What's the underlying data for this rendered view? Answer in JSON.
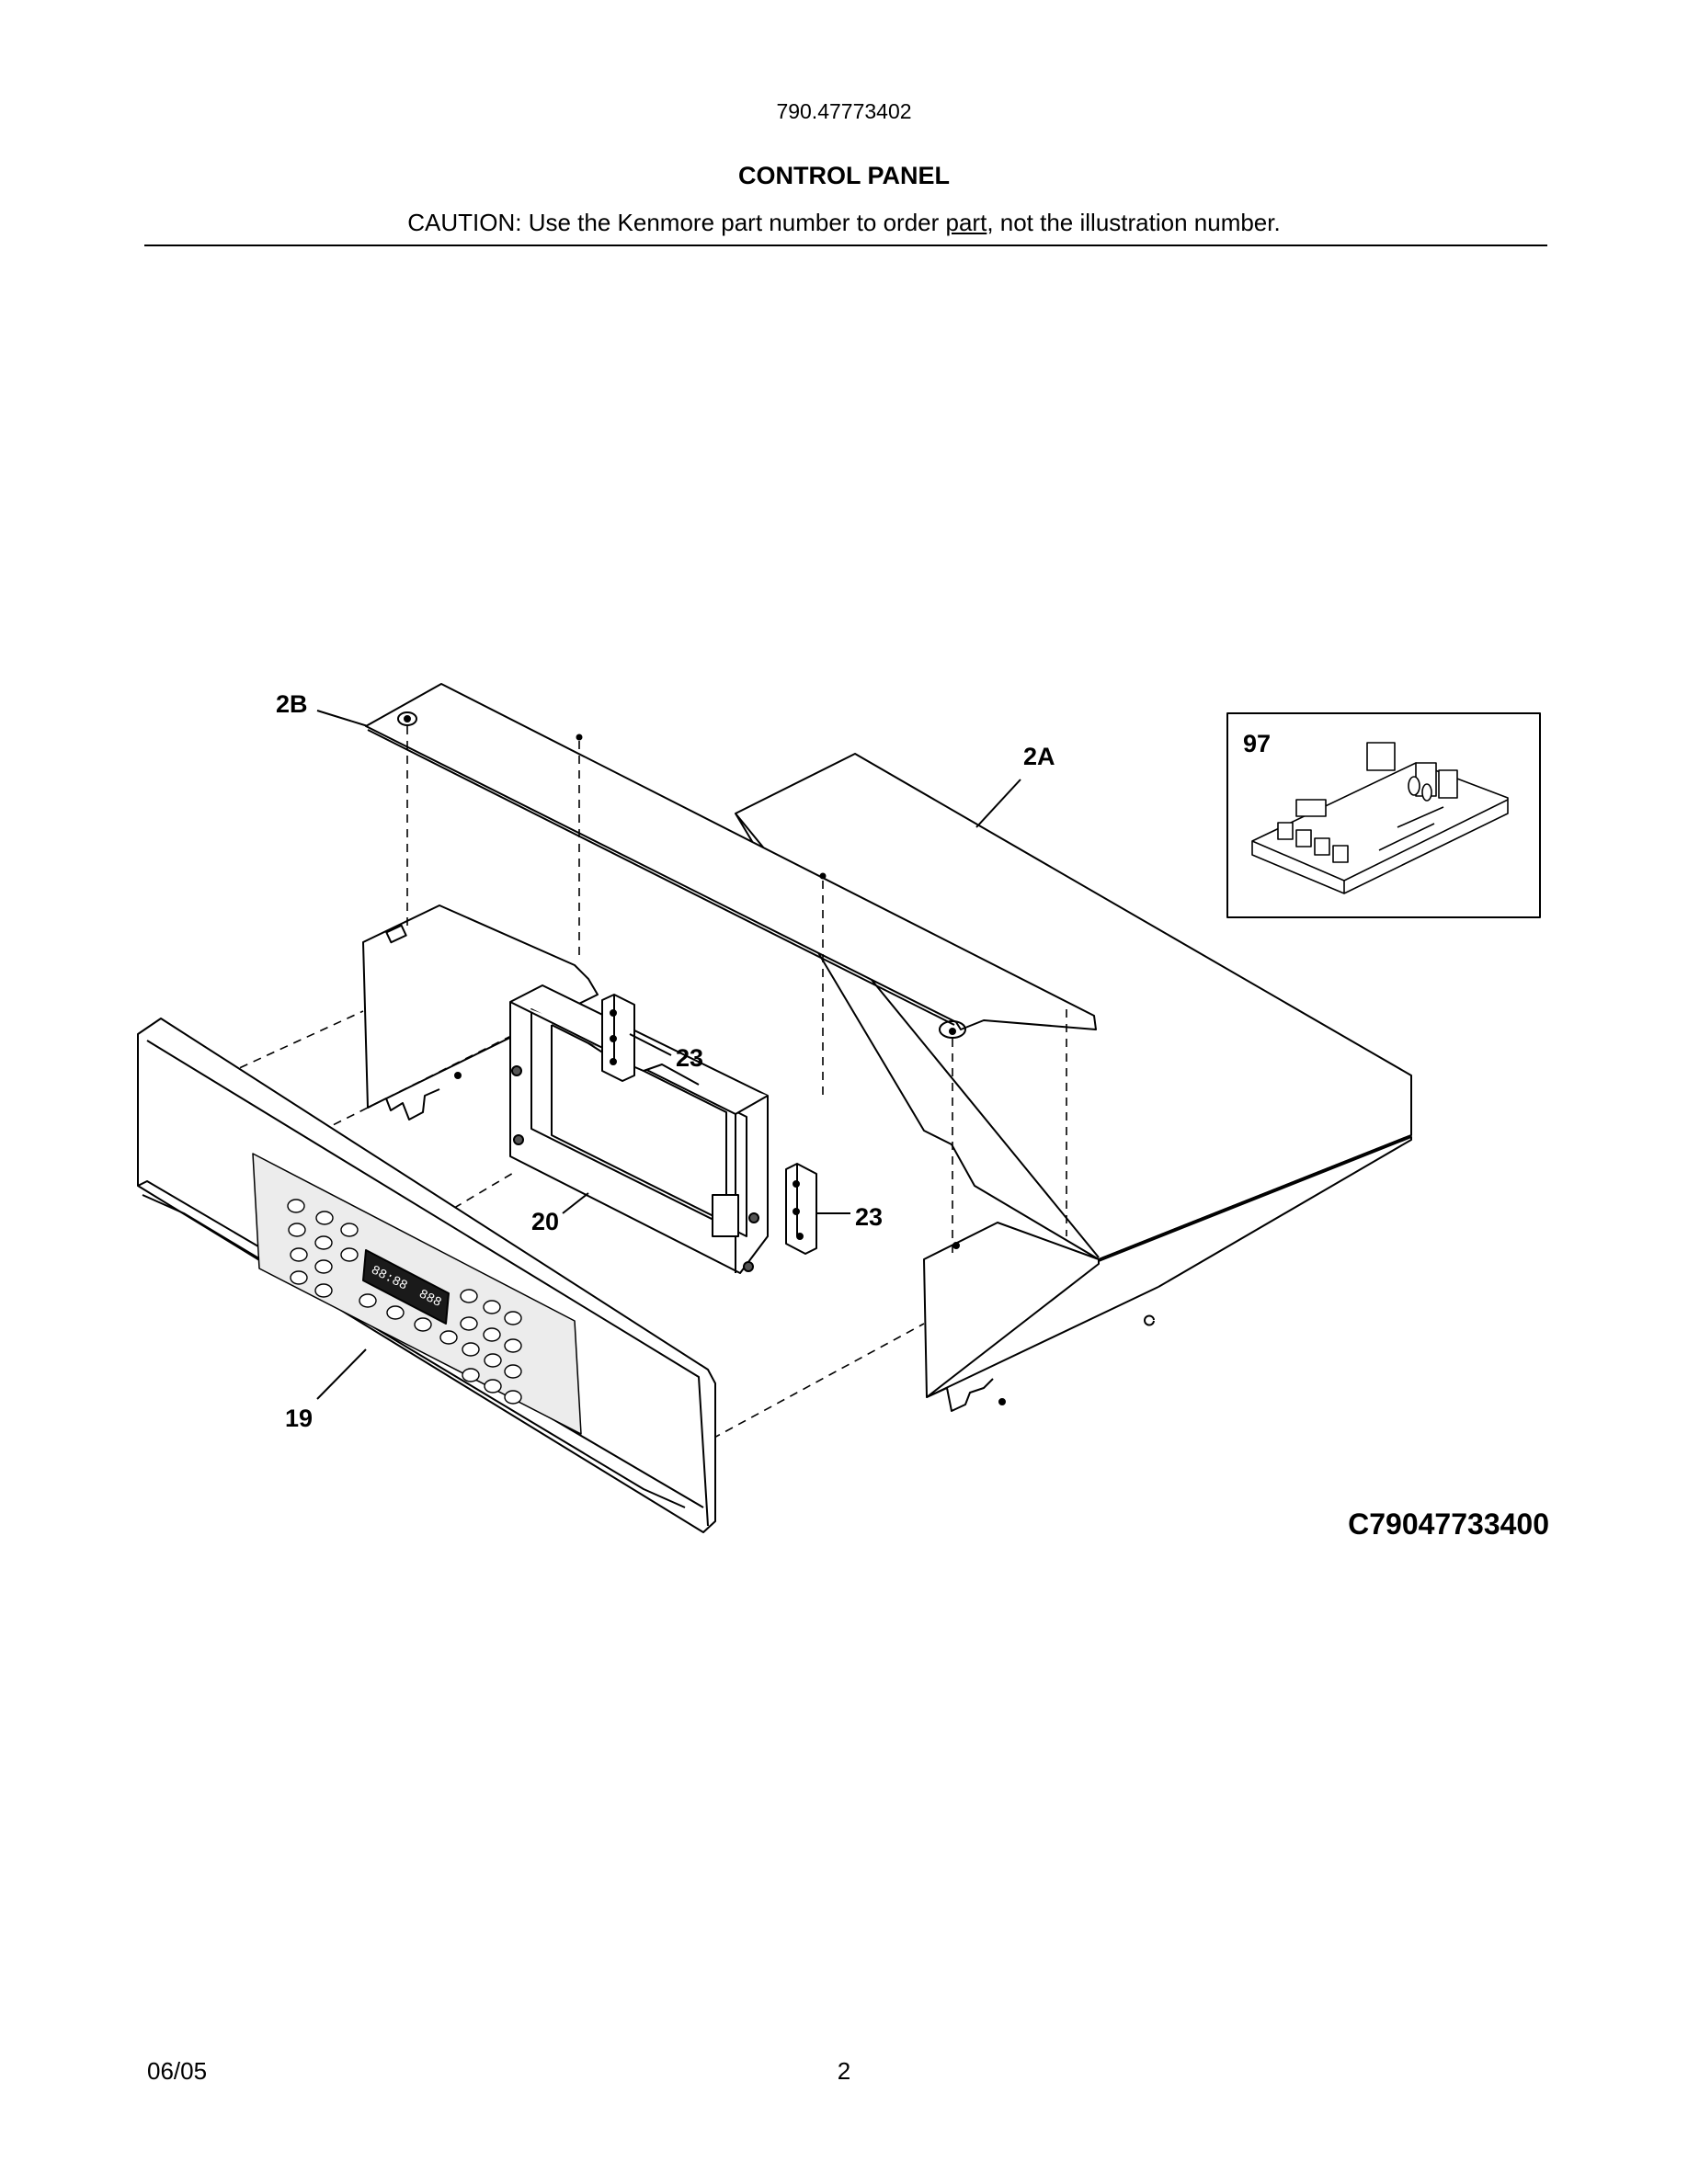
{
  "header": {
    "model_number": "790.47773402",
    "section_title": "CONTROL PANEL",
    "caution_prefix": "CAUTION: Use the Kenmore part number to order ",
    "caution_link": "part",
    "caution_suffix": ", not the illustration number."
  },
  "callouts": {
    "c2b": "2B",
    "c2a": "2A",
    "c97": "97",
    "c23a": "23",
    "c23b": "23",
    "c20": "20",
    "c19": "19"
  },
  "display_readout": {
    "left": "88:88",
    "right": "888"
  },
  "diagram_code": "C79047733400",
  "footer": {
    "date": "06/05",
    "page_number": "2"
  }
}
